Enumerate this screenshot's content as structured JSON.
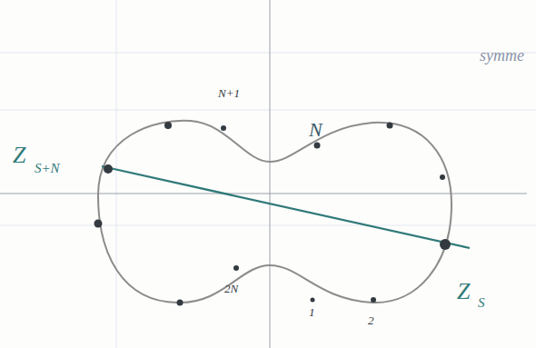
{
  "diagram": {
    "labels": [
      "N+1",
      "N",
      "2N",
      "1",
      "2",
      "Z",
      "S+N",
      "Z",
      "S",
      "symme"
    ]
  }
}
